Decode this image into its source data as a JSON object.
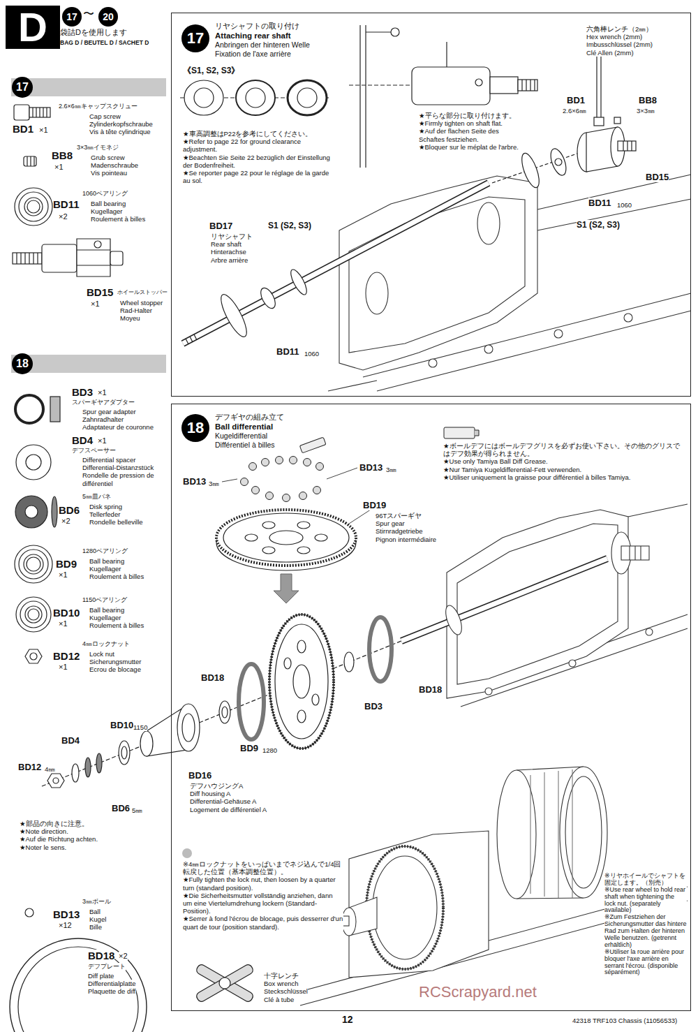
{
  "diagram": {
    "nodes": [
      {
        "text": [
          "D"
        ]
      },
      {
        "text": [
          "17"
        ]
      },
      {
        "text": [
          "20"
        ]
      },
      {
        "text": [
          "17"
        ]
      },
      {
        "text": [
          "18"
        ]
      },
      {
        "text": [
          "リヤシャフトの取り付け",
          "Attaching rear shaft",
          "Anbringen der hinteren Welle",
          "Fixation de l'axe arrière"
        ]
      },
      {
        "text": [
          "17"
        ],
        "in": 5
      },
      {
        "text": [
          "デフギヤの組み立て",
          "Ball differential",
          "Kugeldifferential",
          "Différentiel à billes"
        ]
      },
      {
        "text": [
          "18"
        ],
        "in": 7
      }
    ],
    "labels": [
      "〜",
      "袋詰Dを使用します",
      "BAG D / BEUTEL D / SACHET D",
      "2.6×6㎜キャップスクリュー",
      "Cap screw",
      "Zylinderkopfschraube",
      "Vis à tête cylindrique",
      "BD1",
      "×1",
      "3×3㎜イモネジ",
      "Grub screw",
      "Madenschraube",
      "Vis pointeau",
      "BB8",
      "×1",
      "1060ベアリング",
      "Ball bearing",
      "Kugellager",
      "Roulement à billes",
      "BD11",
      "×2",
      "BD15",
      "×1",
      "ホイールストッパー",
      "Wheel stopper",
      "Rad-Halter",
      "Moyeu",
      "BD3",
      "×1",
      "スパーギヤアダプター",
      "Spur gear adapter",
      "Zahnradhalter",
      "Adaptateur de couronne",
      "BD4",
      "×1",
      "デフスペーサー",
      "Differential spacer",
      "Differential-Distanzstück",
      "Rondelle de pression de différentiel",
      "5㎜皿バネ",
      "BD6",
      "×2",
      "Disk spring",
      "Tellerfeder",
      "Rondelle belleville",
      "1280ベアリング",
      "BD9",
      "×1",
      "Ball bearing",
      "Kugellager",
      "Roulement à billes",
      "1150ベアリング",
      "BD10",
      "×1",
      "Ball bearing",
      "Kugellager",
      "Roulement à billes",
      "4㎜ロックナット",
      "BD12",
      "×1",
      "Lock nut",
      "Sicherungsmutter",
      "Ecrou de blocage",
      "3㎜ボール",
      "BD13",
      "×12",
      "Ball",
      "Kugel",
      "Bille",
      "BD18",
      "×2",
      "デフプレート",
      "Diff plate",
      "Differentialplatte",
      "Plaquette de diff",
      "《S1, S2, S3》",
      "★車高調整はP22を参考にしてください。",
      "★Refer to page 22 for ground clearance adjustment.",
      "★Beachten Sie Seite 22 bezüglich der Einstellung der Bodenfreiheit.",
      "★Se reporter page 22 pour le réglage de la garde au sol.",
      "★平らな部分に取り付けます。",
      "★Firmly tighten on shaft flat.",
      "★Auf der flachen Seite des Schaftes festziehen.",
      "★Bloquer sur le méplat de l'arbre.",
      "六角棒レンチ（2㎜）",
      "Hex wrench (2mm)",
      "Imbusschlüssel (2mm)",
      "Clé Allen (2mm)",
      "BD1",
      "2.6×6㎜",
      "BB8",
      "3×3㎜",
      "BD15",
      "BD11",
      "1060",
      "S1 (S2, S3)",
      "BD17",
      "リヤシャフト",
      "Rear shaft",
      "Hinterachse",
      "Arbre arrière",
      "S1 (S2, S3)",
      "BD11",
      "1060",
      "BD13",
      "3㎜",
      "BD13",
      "3㎜",
      "BD19",
      "96Tスパーギヤ",
      "Spur gear",
      "Stirnradgetriebe",
      "Pignon intermédiaire",
      "★ボールデフにはボールデフグリスを必ずお使い下さい。その他のグリスではデフ効果が得られません。",
      "★Use only Tamiya Ball Diff Grease.",
      "★Nur Tamiya Kugeldifferential-Fett verwenden.",
      "★Utiliser uniquement la graisse pour différentiel à billes Tamiya.",
      "BD18",
      "BD18",
      "BD3",
      "BD10",
      "1150",
      "BD4",
      "BD12",
      "4㎜",
      "BD9",
      "1280",
      "BD16",
      "デフハウジングA",
      "Diff housing A",
      "Differential-Gehäuse A",
      "Logement de différentiel A",
      "BD6",
      "5㎜",
      "★部品の向きに注意。",
      "★Note direction.",
      "★Auf die Richtung achten.",
      "★Noter le sens.",
      "※4㎜ロックナットをいっぱいまでネジ込んで1/4回転戻した位置（基本調整位置）。",
      "★Fully tighten the lock nut, then loosen by a quarter turn (standard position).",
      "★Die Sicherheitsmutter vollständig anziehen, dann um eine Viertelumdrehung lockern (Standard-Position).",
      "★Serrer à fond l'écrou de blocage, puis desserrer d'un quart de tour (position standard).",
      "※リヤホイールでシャフトを固定します。（別売）",
      "※Use rear wheel to hold rear shaft when tightening the lock nut. (separately available)",
      "※Zum Festziehen der Sicherungsmutter das hintere Rad zum Halten der hinteren Welle benutzen. (getrennt erhältlich)",
      "※Utiliser la roue arrière pour bloquer l'axe arrière en serrant l'écrou. (disponible séparément)",
      "十字レンチ",
      "Box wrench",
      "Steckschlüssel",
      "Clé à tube",
      "RCScrapyard.net",
      "12",
      "42318 TRF103 Chassis (11056533)"
    ]
  }
}
